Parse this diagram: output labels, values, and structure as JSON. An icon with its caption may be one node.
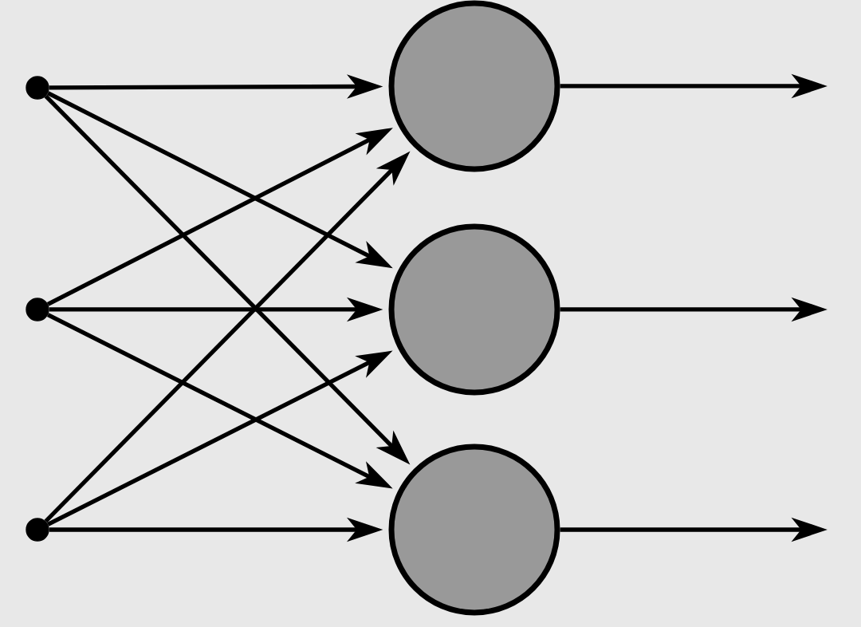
{
  "diagram": {
    "nodes": [
      {
        "text": [],
        "shape": "dot"
      },
      {
        "text": [],
        "shape": "dot"
      },
      {
        "text": [],
        "shape": "dot"
      },
      {
        "text": [],
        "shape": "circle"
      },
      {
        "text": [],
        "shape": "circle"
      },
      {
        "text": [],
        "shape": "circle"
      }
    ],
    "edges": [
      {
        "from": 0,
        "to": 3,
        "arrow": "to"
      },
      {
        "from": 0,
        "to": 4,
        "arrow": "to"
      },
      {
        "from": 0,
        "to": 5,
        "arrow": "to"
      },
      {
        "from": 1,
        "to": 3,
        "arrow": "to"
      },
      {
        "from": 1,
        "to": 4,
        "arrow": "to"
      },
      {
        "from": 1,
        "to": 5,
        "arrow": "to"
      },
      {
        "from": 2,
        "to": 3,
        "arrow": "to"
      },
      {
        "from": 2,
        "to": 4,
        "arrow": "to"
      },
      {
        "from": 2,
        "to": 5,
        "arrow": "to"
      },
      {
        "from": 3,
        "to": null,
        "arrow": "to"
      },
      {
        "from": 4,
        "to": null,
        "arrow": "to"
      },
      {
        "from": 5,
        "to": null,
        "arrow": "to"
      }
    ]
  }
}
